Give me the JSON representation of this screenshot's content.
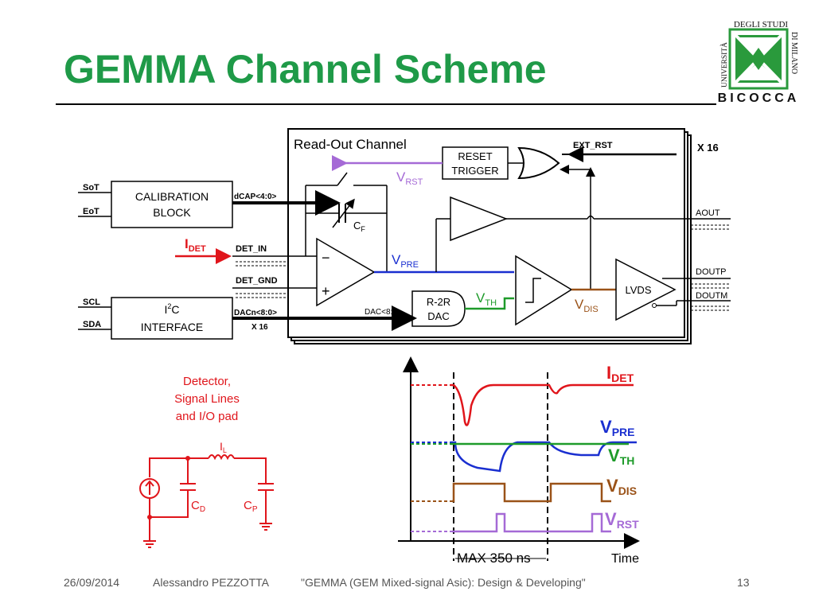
{
  "title": "GEMMA Channel Scheme",
  "logo": {
    "arc_left": "UNIVERSITÀ",
    "top": "DEGLI STUDI",
    "right": "DI MILANO",
    "bottom": "BICOCCA",
    "colors": {
      "green": "#2a9a3c",
      "black": "#111111"
    }
  },
  "channel": {
    "title": "Read-Out Channel",
    "multiplier": "X 16",
    "reset_trigger": [
      "RESET",
      "TRIGGER"
    ],
    "ext_rst": "EXT_RST",
    "vrst": {
      "main": "V",
      "sub": "RST"
    },
    "cf": {
      "main": "C",
      "sub": "F"
    },
    "minus": "−",
    "plus": "+",
    "vpre": {
      "main": "V",
      "sub": "PRE"
    },
    "vth": {
      "main": "V",
      "sub": "TH"
    },
    "vdis": {
      "main": "V",
      "sub": "DIS"
    },
    "dac": [
      "R-2R",
      "DAC"
    ],
    "dac_bus": "DAC<8:0>",
    "lvds": "LVDS",
    "outputs": [
      "AOUT",
      "DOUTP",
      "DOUTM"
    ]
  },
  "calibration": {
    "lines": [
      "CALIBRATION",
      "BLOCK"
    ],
    "inputs": [
      "SoT",
      "EoT"
    ],
    "bus": "dCAP<4:0>"
  },
  "idet_in": {
    "main": "I",
    "sub": "DET"
  },
  "det_in": "DET_IN",
  "det_gnd": "DET_GND",
  "i2c": {
    "line1_main": "I",
    "line1_sup": "2",
    "line1_rest": "C",
    "line2": "INTERFACE",
    "inputs": [
      "SCL",
      "SDA"
    ],
    "bus": "DACn<8:0>",
    "mult": "X 16"
  },
  "detector": {
    "label": [
      "Detector,",
      "Signal Lines",
      "and I/O pad"
    ],
    "il": {
      "main": "I",
      "sub": "L"
    },
    "cd": {
      "main": "C",
      "sub": "D"
    },
    "cp": {
      "main": "C",
      "sub": "P"
    }
  },
  "timing": {
    "max_label": "MAX 350 ns",
    "time_label": "Time",
    "signals": [
      {
        "main": "I",
        "sub": "DET"
      },
      {
        "main": "V",
        "sub": "PRE"
      },
      {
        "main": "V",
        "sub": "TH"
      },
      {
        "main": "V",
        "sub": "DIS"
      },
      {
        "main": "V",
        "sub": "RST"
      }
    ]
  },
  "colors": {
    "title": "#1f9a48",
    "idet": "#e0151b",
    "vpre": "#1a2fd0",
    "vth": "#1e9b2a",
    "vdis": "#9a5218",
    "vrst": "#a56ad6"
  },
  "footer": {
    "date": "26/09/2014",
    "author": "Alessandro PEZZOTTA",
    "talk": "\"GEMMA (GEM Mixed-signal Asic): Design & Developing\"",
    "page": "13"
  }
}
